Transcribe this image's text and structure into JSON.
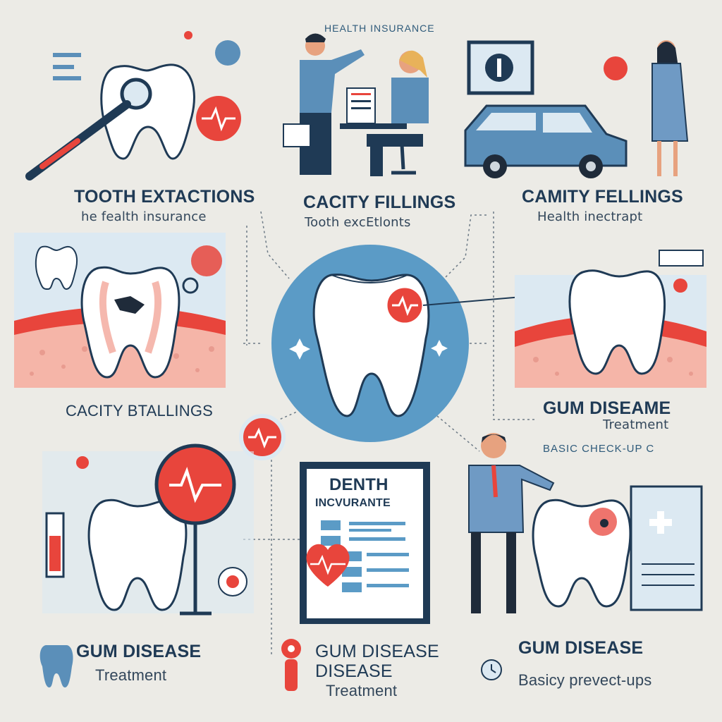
{
  "colors": {
    "background": "#ecebe6",
    "navy": "#1f3a55",
    "blue": "#5b8fb9",
    "accent_red": "#e8453c",
    "gum_pink": "#f5b5a8",
    "tooth_white": "#ffffff"
  },
  "header": {
    "title": "HEALTH INSURANCE"
  },
  "panels": {
    "top_left": {
      "title": "TOOTH EXTACTIONS",
      "subtitle": "he fealth insurance",
      "icon": "tooth-magnifier-icon"
    },
    "top_center": {
      "title": "CACITY FILLINGS",
      "subtitle": "Tooth excEtlonts",
      "icon": "insurance-office-icon"
    },
    "top_right": {
      "title": "CAMITY FELLINGS",
      "subtitle": "Health inectrapt",
      "icon": "doctor-van-icon"
    },
    "mid_left": {
      "title": "CACITY BTALLINGS",
      "icon": "cavity-tooth-icon"
    },
    "mid_right": {
      "title": "GUM DISEAME",
      "subtitle": "Treatment",
      "icon": "gum-tooth-icon"
    },
    "check_up": {
      "title": "BASIC CHECK-UP C"
    },
    "document": {
      "line1": "DENTH",
      "line2": "INCVURANTE",
      "icon": "insurance-document-icon"
    },
    "bottom_left": {
      "title": "GUM DISEASE",
      "subtitle": "Treatment",
      "icon": "heart-tooth-icon"
    },
    "bottom_center": {
      "title": "GUM DISEASE",
      "line2": "DISEASE",
      "subtitle": "Treatment",
      "icon": "location-pin-icon"
    },
    "bottom_right": {
      "title": "GUM DISEASE",
      "subtitle": "Basicy prevect-ups",
      "icon": "dentist-icon"
    }
  }
}
